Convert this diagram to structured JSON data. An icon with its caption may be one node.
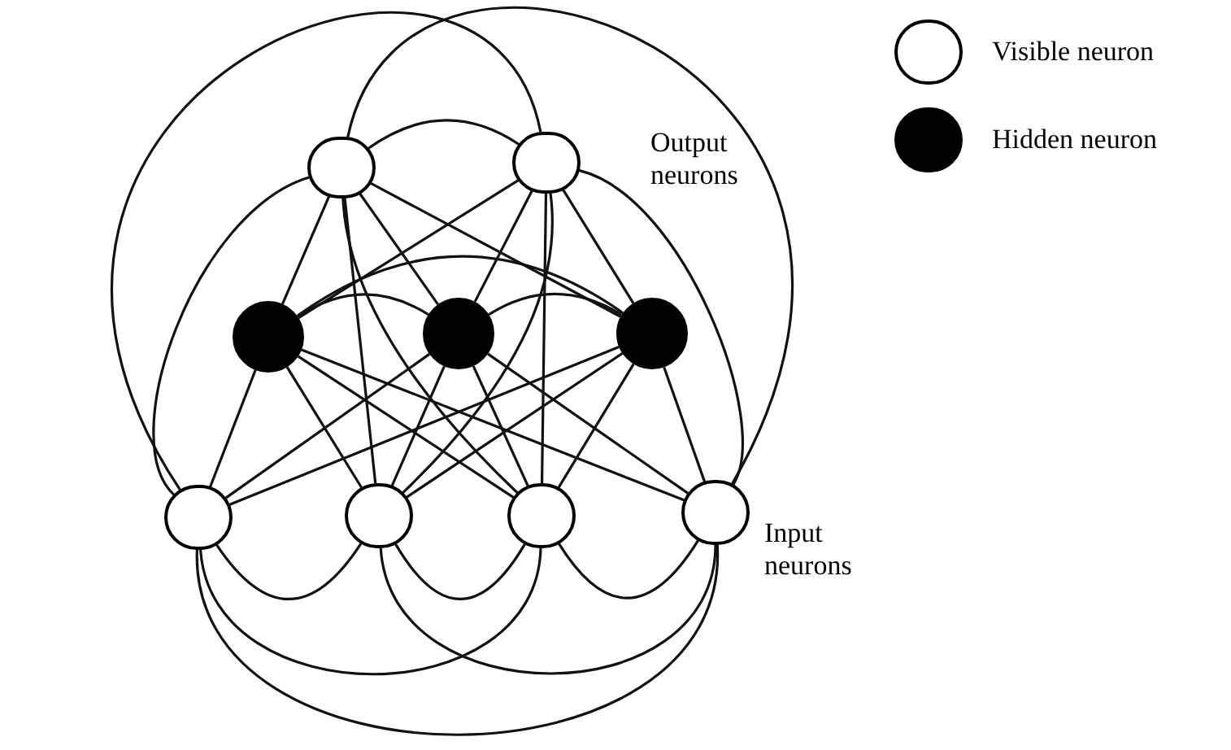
{
  "diagram": {
    "nodes": [
      {
        "text": [],
        "shape": "circle"
      },
      {
        "text": [],
        "shape": "circle"
      },
      {
        "text": [],
        "shape": "circle"
      },
      {
        "text": [],
        "shape": "circle"
      },
      {
        "text": [],
        "shape": "circle"
      },
      {
        "text": [],
        "shape": "circle"
      },
      {
        "text": [],
        "shape": "circle"
      },
      {
        "text": [],
        "shape": "circle"
      },
      {
        "text": [],
        "shape": "circle"
      }
    ],
    "edges": [
      {
        "from": 0,
        "to": 1,
        "arrow": "none"
      },
      {
        "from": 0,
        "to": 2,
        "arrow": "none"
      },
      {
        "from": 0,
        "to": 3,
        "arrow": "none"
      },
      {
        "from": 0,
        "to": 4,
        "arrow": "none"
      },
      {
        "from": 0,
        "to": 5,
        "arrow": "none"
      },
      {
        "from": 0,
        "to": 6,
        "arrow": "none"
      },
      {
        "from": 0,
        "to": 7,
        "arrow": "none"
      },
      {
        "from": 0,
        "to": 8,
        "arrow": "none"
      },
      {
        "from": 1,
        "to": 2,
        "arrow": "none"
      },
      {
        "from": 1,
        "to": 3,
        "arrow": "none"
      },
      {
        "from": 1,
        "to": 4,
        "arrow": "none"
      },
      {
        "from": 1,
        "to": 5,
        "arrow": "none"
      },
      {
        "from": 1,
        "to": 6,
        "arrow": "none"
      },
      {
        "from": 1,
        "to": 7,
        "arrow": "none"
      },
      {
        "from": 1,
        "to": 8,
        "arrow": "none"
      },
      {
        "from": 2,
        "to": 3,
        "arrow": "none"
      },
      {
        "from": 2,
        "to": 4,
        "arrow": "none"
      },
      {
        "from": 2,
        "to": 5,
        "arrow": "none"
      },
      {
        "from": 2,
        "to": 6,
        "arrow": "none"
      },
      {
        "from": 2,
        "to": 7,
        "arrow": "none"
      },
      {
        "from": 2,
        "to": 8,
        "arrow": "none"
      },
      {
        "from": 3,
        "to": 4,
        "arrow": "none"
      },
      {
        "from": 3,
        "to": 5,
        "arrow": "none"
      },
      {
        "from": 3,
        "to": 6,
        "arrow": "none"
      },
      {
        "from": 3,
        "to": 7,
        "arrow": "none"
      },
      {
        "from": 3,
        "to": 8,
        "arrow": "none"
      },
      {
        "from": 4,
        "to": 5,
        "arrow": "none"
      },
      {
        "from": 4,
        "to": 6,
        "arrow": "none"
      },
      {
        "from": 4,
        "to": 7,
        "arrow": "none"
      },
      {
        "from": 4,
        "to": 8,
        "arrow": "none"
      },
      {
        "from": 5,
        "to": 6,
        "arrow": "none"
      },
      {
        "from": 5,
        "to": 7,
        "arrow": "none"
      },
      {
        "from": 5,
        "to": 8,
        "arrow": "none"
      },
      {
        "from": 6,
        "to": 7,
        "arrow": "none"
      },
      {
        "from": 6,
        "to": 8,
        "arrow": "none"
      },
      {
        "from": 7,
        "to": 8,
        "arrow": "none"
      }
    ],
    "labels": [
      "Output neurons",
      "Input neurons"
    ],
    "legend": [
      {
        "text": "Visible neuron"
      },
      {
        "text": "Hidden neuron"
      }
    ]
  }
}
